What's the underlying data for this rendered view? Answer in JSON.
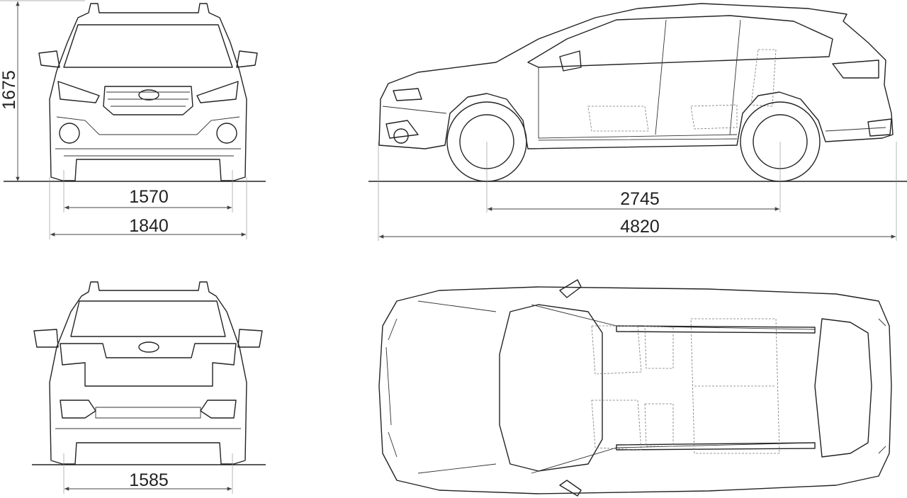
{
  "title": "Vehicle dimensions (mm)",
  "views": [
    "front",
    "side",
    "rear",
    "top"
  ],
  "dimensions": {
    "height": "1675",
    "front_track": "1570",
    "overall_width": "1840",
    "wheelbase": "2745",
    "overall_length": "4820",
    "rear_track": "1585"
  }
}
